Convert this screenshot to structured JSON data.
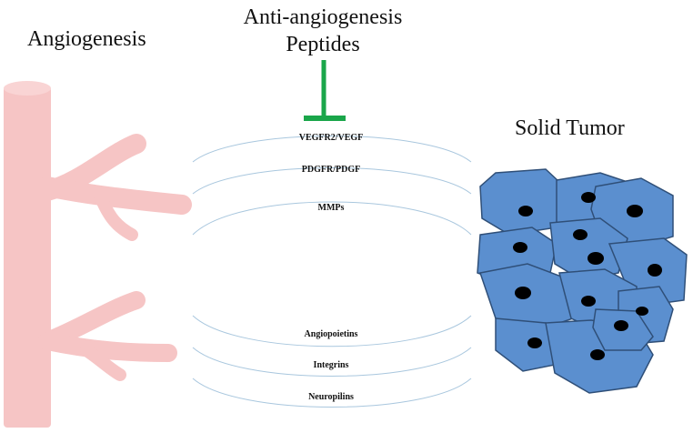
{
  "left_title": "Angiogenesis",
  "center_title": {
    "line1": "Anti-angiogenesis",
    "line2": "Peptides"
  },
  "right_title": "Solid Tumor",
  "pathways_top": [
    "VEGFR2/VEGF",
    "PDGFR/PDGF",
    "MMPs"
  ],
  "pathways_bottom": [
    "Angiopoietins",
    "Integrins",
    "Neuropilins"
  ],
  "colors": {
    "vessel": "#f6c5c5",
    "inhibitor": "#1aa64a",
    "tumor_cell": "#5b8fcf",
    "tumor_outline": "#2f4f78",
    "nucleus": "#000000",
    "arc": "#a9c7de"
  }
}
